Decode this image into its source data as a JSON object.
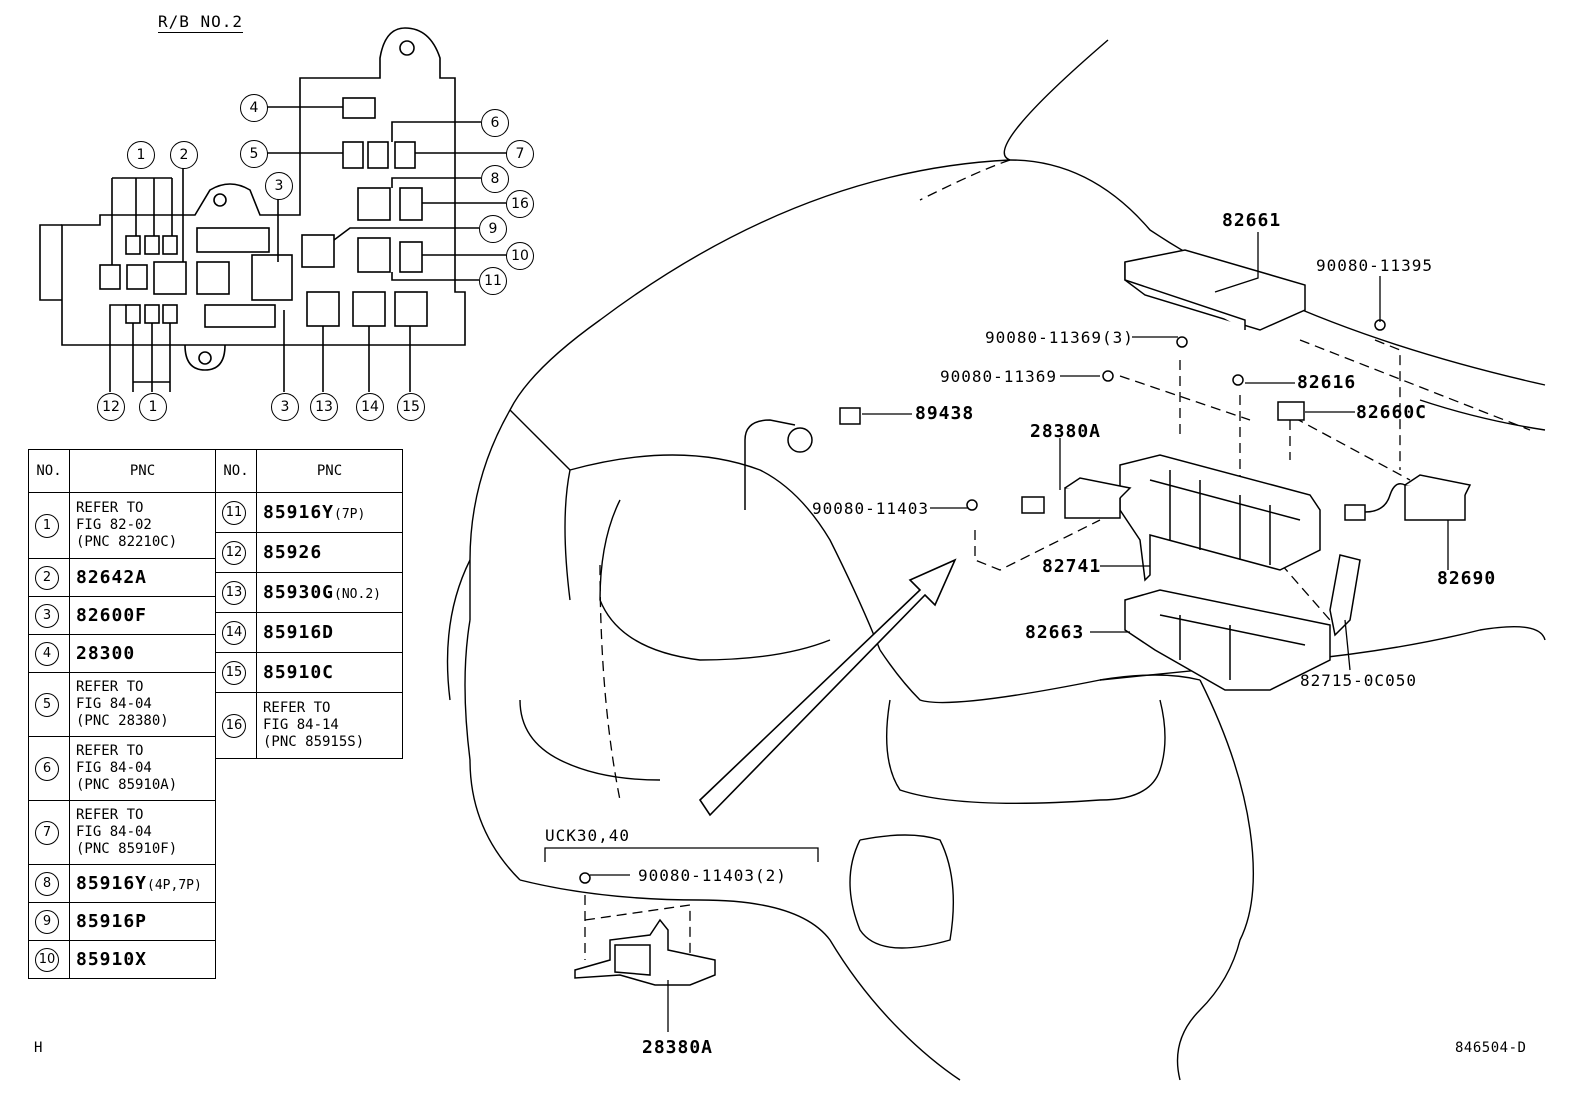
{
  "header": {
    "title": "R/B NO.2"
  },
  "callouts": [
    "1",
    "2",
    "3",
    "4",
    "5",
    "6",
    "7",
    "8",
    "16",
    "9",
    "10",
    "11",
    "12",
    "1",
    "3",
    "13",
    "14",
    "15"
  ],
  "table": {
    "col_no": "NO.",
    "col_pnc": "PNC",
    "left_rows": [
      {
        "no": "1",
        "pnc": [
          "REFER TO",
          "FIG 82-02",
          "(PNC 82210C)"
        ]
      },
      {
        "no": "2",
        "pnc": "82642A"
      },
      {
        "no": "3",
        "pnc": "82600F"
      },
      {
        "no": "4",
        "pnc": "28300"
      },
      {
        "no": "5",
        "pnc": [
          "REFER TO",
          "FIG 84-04",
          "(PNC 28380)"
        ]
      },
      {
        "no": "6",
        "pnc": [
          "REFER TO",
          "FIG 84-04",
          "(PNC 85910A)"
        ]
      },
      {
        "no": "7",
        "pnc": [
          "REFER TO",
          "FIG 84-04",
          "(PNC 85910F)"
        ]
      },
      {
        "no": "8",
        "pnc": "85916Y",
        "sub": "(4P,7P)"
      },
      {
        "no": "9",
        "pnc": "85916P"
      },
      {
        "no": "10",
        "pnc": "85910X"
      }
    ],
    "right_rows": [
      {
        "no": "11",
        "pnc": "85916Y",
        "sub": "(7P)"
      },
      {
        "no": "12",
        "pnc": "85926"
      },
      {
        "no": "13",
        "pnc": "85930G",
        "sub": "(NO.2)"
      },
      {
        "no": "14",
        "pnc": "85916D"
      },
      {
        "no": "15",
        "pnc": "85910C"
      },
      {
        "no": "16",
        "pnc": [
          "REFER TO",
          "FIG 84-14",
          "(PNC 85915S)"
        ]
      }
    ]
  },
  "parts": {
    "p82661": "82661",
    "p90080_11395": "90080-11395",
    "p90080_11369_3": "90080-11369(3)",
    "p90080_11369": "90080-11369",
    "p82616": "82616",
    "p89438": "89438",
    "p82660C": "82660C",
    "p28380A_top": "28380A",
    "p90080_11403": "90080-11403",
    "p82741": "82741",
    "p82690": "82690",
    "p82663": "82663",
    "p82715": "82715-0C050"
  },
  "inset": {
    "title": "UCK30,40",
    "bolt": "90080-11403(2)",
    "part": "28380A"
  },
  "footer": {
    "left": "H",
    "right": "846504-D"
  }
}
